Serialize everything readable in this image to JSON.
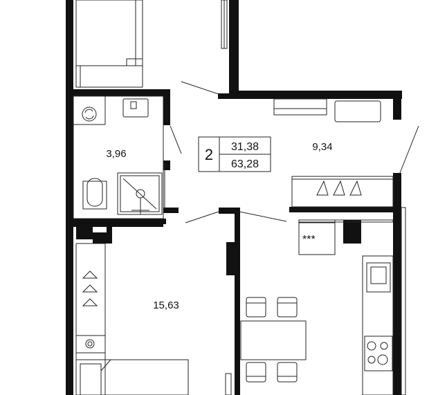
{
  "rooms": [
    {
      "id": "bathroom",
      "area": "3,96"
    },
    {
      "id": "hallway-kitchen",
      "area": "9,34"
    },
    {
      "id": "bedroom",
      "area": "15,63"
    }
  ],
  "summary": {
    "rooms_count": "2",
    "living_area": "31,38",
    "total_area": "63,28"
  },
  "symbols": {
    "stove_marks": "***"
  },
  "colors": {
    "wall": "#111111",
    "line": "#222222",
    "fixture": "#444444",
    "background": "#ffffff"
  }
}
